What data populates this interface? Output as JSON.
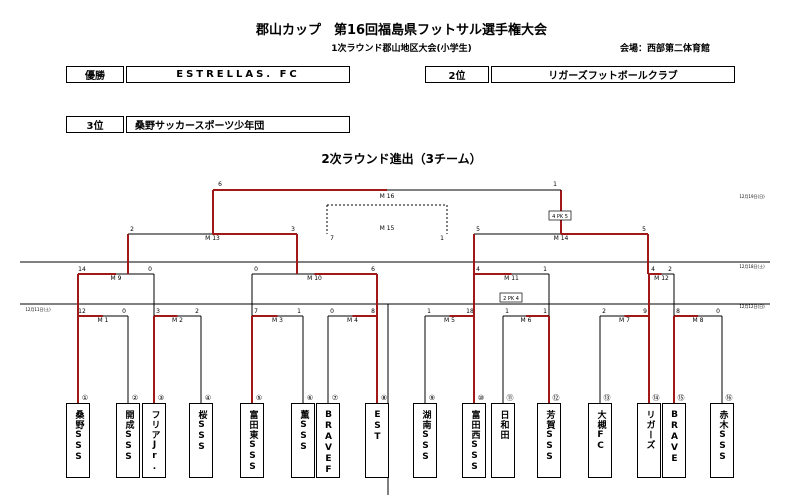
{
  "header": {
    "title": "郡山カップ　第16回福島県フットサル選手権大会",
    "subtitle": "1次ラウンド郡山地区大会(小学生)",
    "venue": "会場：西部第二体育館"
  },
  "results": {
    "winner_label": "優勝",
    "winner": "ESTRELLAS. FC",
    "second_label": "2位",
    "second": "リガーズフットボールクラブ",
    "third_label": "3位",
    "third": "桑野サッカースポーツ少年団"
  },
  "section_title": "2次ラウンド進出（3チーム）",
  "dates": {
    "d19": "12月19日(日)",
    "d18": "12月18日(土)",
    "d12": "12月12日(日)",
    "d11": "12月11日(土)"
  },
  "matches": [
    {
      "id": "M 1",
      "left": "12",
      "right": "0"
    },
    {
      "id": "M 2",
      "left": "3",
      "right": "2"
    },
    {
      "id": "M 3",
      "left": "7",
      "right": "1"
    },
    {
      "id": "M 4",
      "left": "0",
      "right": "8"
    },
    {
      "id": "M 5",
      "left": "1",
      "right": "18"
    },
    {
      "id": "M 6",
      "left": "1",
      "right": "1"
    },
    {
      "id": "M 7",
      "left": "2",
      "right": "9"
    },
    {
      "id": "M 8",
      "left": "8",
      "right": "0"
    },
    {
      "id": "M 9",
      "left": "14",
      "right": "0"
    },
    {
      "id": "M 10",
      "left": "0",
      "right": "6"
    },
    {
      "id": "M 11",
      "left": "4",
      "right": "1"
    },
    {
      "id": "M 12",
      "left": "4",
      "right": "2"
    },
    {
      "id": "M 13",
      "left": "2",
      "right": "3"
    },
    {
      "id": "M 14",
      "left": "5",
      "right": "5"
    },
    {
      "id": "M 15",
      "left": "7",
      "right": "1"
    },
    {
      "id": "M 16",
      "left": "6",
      "right": "1"
    }
  ],
  "pk": {
    "m6": "2 PK 4",
    "m14": "4 PK 5"
  },
  "teams": [
    {
      "no": "①",
      "name": "桑野SSS"
    },
    {
      "no": "②",
      "name": "開成SSS"
    },
    {
      "no": "③",
      "name": "フリアJr."
    },
    {
      "no": "④",
      "name": "桜SSS"
    },
    {
      "no": "⑤",
      "name": "富田東SSS"
    },
    {
      "no": "⑥",
      "name": "薫SSS"
    },
    {
      "no": "⑦",
      "name": "BRAVEF"
    },
    {
      "no": "⑧",
      "name": "EST"
    },
    {
      "no": "⑨",
      "name": "湖南SSS"
    },
    {
      "no": "⑩",
      "name": "富田西SSS"
    },
    {
      "no": "⑪",
      "name": "日和田"
    },
    {
      "no": "⑫",
      "name": "芳賀SSS"
    },
    {
      "no": "⑬",
      "name": "大槻FC"
    },
    {
      "no": "⑭",
      "name": "リガーズ"
    },
    {
      "no": "⑮",
      "name": "BRAVE"
    },
    {
      "no": "⑯",
      "name": "赤木SSS"
    }
  ],
  "colors": {
    "win": "#a01818",
    "line": "#000000"
  }
}
